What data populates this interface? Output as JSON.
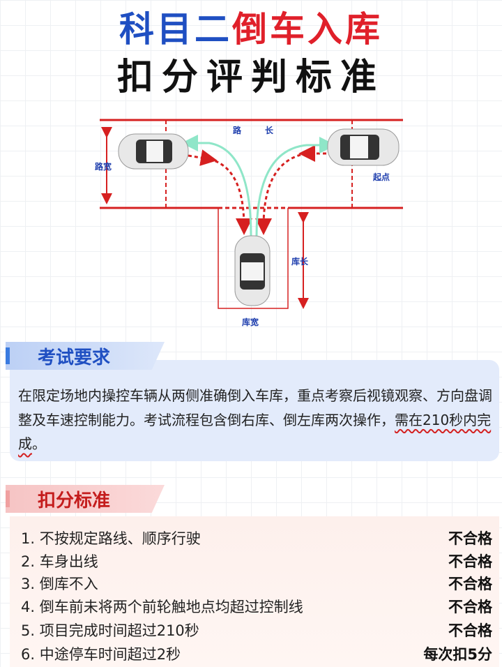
{
  "title": {
    "part1": "科目二",
    "part2": "倒车入库",
    "line2": "扣分评判标准"
  },
  "diagram": {
    "road_length": [
      "路",
      "长"
    ],
    "road_width": "路宽",
    "start": "起点",
    "garage_length": "库长",
    "garage_width": "库宽"
  },
  "requirements": {
    "heading": "考试要求",
    "text_plain": "在限定场地内操控车辆从两侧准确倒入车库，重点考察后视镜观察、方向盘调整及车速控制能力。考试流程包含倒右库、倒左库两次操作，",
    "text_highlight": "需在210秒内完成",
    "text_end": "。"
  },
  "deductions": {
    "heading": "扣分标准",
    "items": [
      {
        "label": "1. 不按规定路线、顺序行驶",
        "result": "不合格"
      },
      {
        "label": "2. 车身出线",
        "result": "不合格"
      },
      {
        "label": "3. 倒库不入",
        "result": "不合格"
      },
      {
        "label": "4. 倒车前未将两个前轮触地点均超过控制线",
        "result": "不合格"
      },
      {
        "label": "5. 项目完成时间超过210秒",
        "result": "不合格"
      },
      {
        "label": "6. 中途停车时间超过2秒",
        "result": "每次扣5分"
      }
    ]
  }
}
